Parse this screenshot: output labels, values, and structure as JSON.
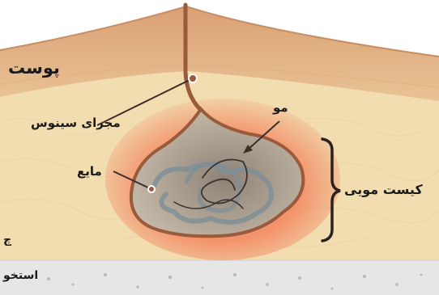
{
  "labels": {
    "skin": "پوست",
    "sinus_tract": "مجرای سینوس",
    "hair": "مو",
    "fluid": "مایع",
    "pilonidal_cyst": "کیست مویی",
    "fat_partial": "چ",
    "bone_partial": "استخو"
  },
  "colors": {
    "skin_outer": "#d9a278",
    "skin_inner": "#e7c295",
    "fat": "#f1dcaf",
    "cyst_fill": "#b5a99b",
    "cyst_border": "#9a5a3c",
    "inflammation": "#f3865f",
    "sinus": "#9a5a3c",
    "bone": "#e4e4e4"
  }
}
